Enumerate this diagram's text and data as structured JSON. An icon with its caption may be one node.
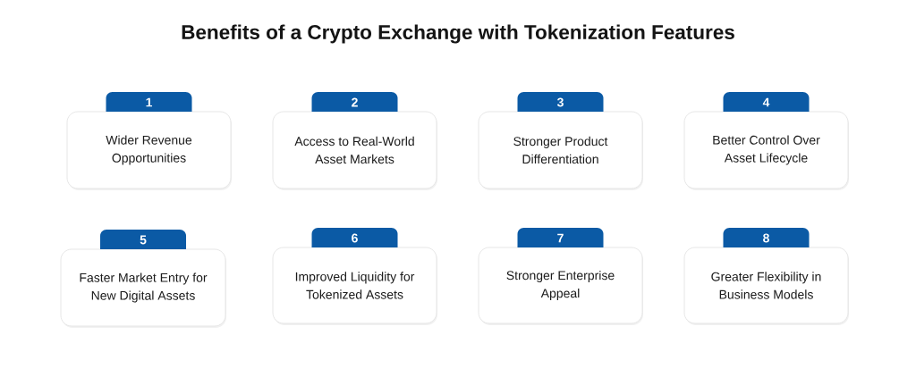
{
  "diagram": {
    "title": "Benefits of a Crypto Exchange with Tokenization Features",
    "nodes": [
      {
        "text": [
          "1",
          "Wider Revenue Opportunities"
        ]
      },
      {
        "text": [
          "2",
          "Access to Real-World Asset Markets"
        ]
      },
      {
        "text": [
          "3",
          "Stronger Product Differentiation"
        ]
      },
      {
        "text": [
          "4",
          "Better Control Over Asset Lifecycle"
        ]
      },
      {
        "text": [
          "5",
          "Faster Market Entry for New Digital Assets"
        ]
      },
      {
        "text": [
          "6",
          "Improved Liquidity for Tokenized Assets"
        ]
      },
      {
        "text": [
          "7",
          "Stronger Enterprise Appeal"
        ]
      },
      {
        "text": [
          "8",
          "Greater Flexibility in Business Models"
        ]
      }
    ]
  }
}
